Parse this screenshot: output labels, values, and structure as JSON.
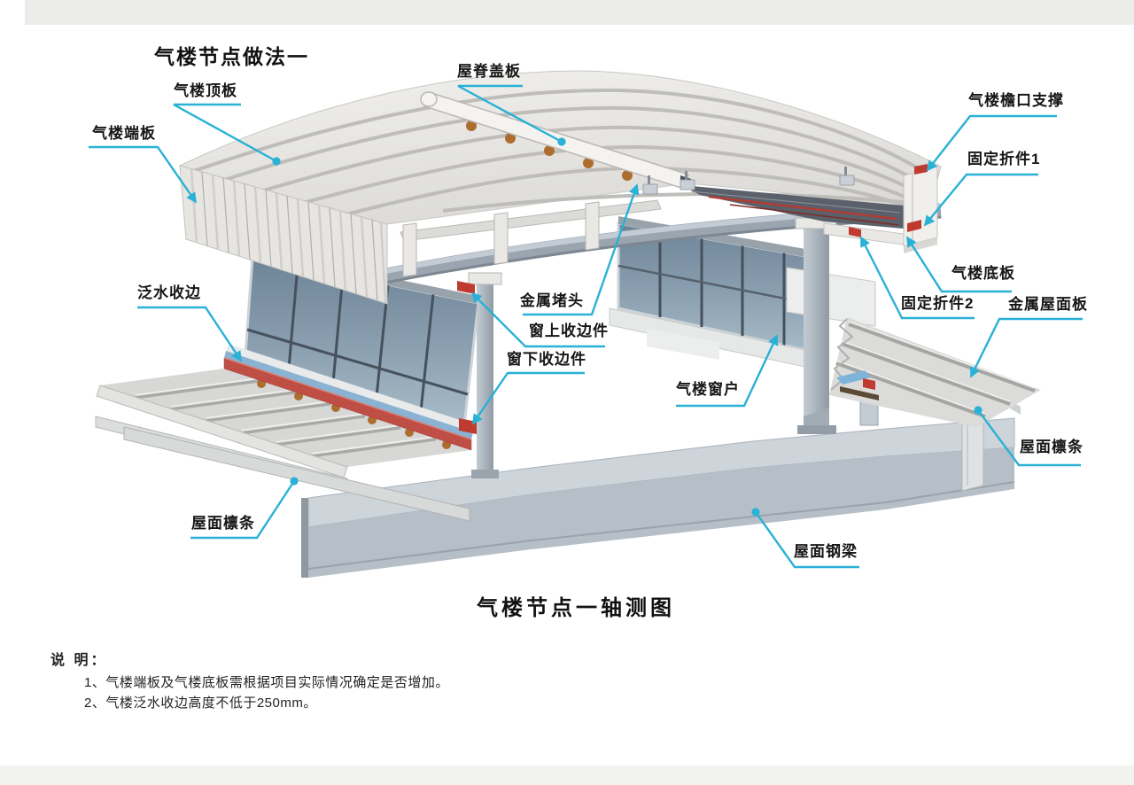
{
  "header": {
    "title": "气楼节点做法一"
  },
  "figure": {
    "caption": "气楼节点一轴测图"
  },
  "labels": {
    "qilou_dingban": "气楼顶板",
    "qilou_duanban": "气楼端板",
    "wuji_gaiban": "屋脊盖板",
    "qilou_yankou_zhicheng": "气楼檐口支撑",
    "guding_zhejian_1": "固定折件1",
    "qilou_diban": "气楼底板",
    "guding_zhejian_2": "固定折件2",
    "jinshu_wumianban": "金属屋面板",
    "fanshui_shoubian": "泛水收边",
    "jinshu_dutou": "金属堵头",
    "chuang_shang_shoubianjian": "窗上收边件",
    "chuang_xia_shoubianjian": "窗下收边件",
    "qilou_chuanghu": "气楼窗户",
    "wumian_lintiao_right": "屋面檩条",
    "wumian_lintiao_left": "屋面檩条",
    "wumian_gangliang": "屋面钢梁"
  },
  "notes": {
    "heading": "说 明：",
    "items": [
      "1、气楼端板及气楼底板需根据项目实际情况确定是否增加。",
      "2、气楼泛水收边高度不低于250mm。"
    ]
  },
  "colors": {
    "leader": "#29b1d6",
    "label_text": "#161616",
    "flashing_red": "#bf4e45",
    "closure_orange": "#ad6d2e",
    "sill_blue": "#8ab2d2",
    "roof_panel": "#e9e8e4",
    "steel_gray": "#aab4be",
    "glass_blue": "#7e94a7"
  }
}
